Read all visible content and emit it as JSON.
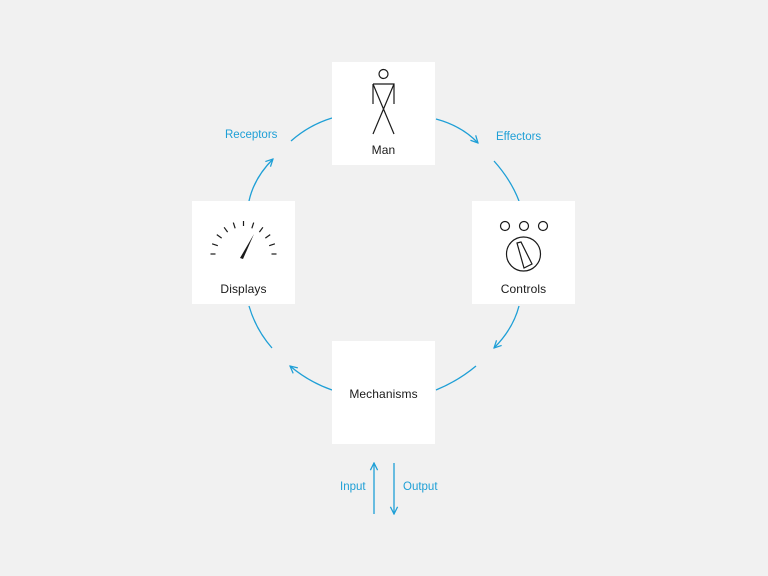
{
  "colors": {
    "accent": "#1e9fd6",
    "background": "#f1f1f1",
    "box": "#ffffff",
    "ink": "#1a1a1a"
  },
  "nodes": {
    "man": {
      "label": "Man",
      "icon": "human-figure-icon"
    },
    "controls": {
      "label": "Controls",
      "icon": "control-knobs-icon"
    },
    "mechanisms": {
      "label": "Mechanisms"
    },
    "displays": {
      "label": "Displays",
      "icon": "gauge-dial-icon"
    }
  },
  "connections": {
    "effectors": "Effectors",
    "receptors": "Receptors",
    "input": "Input",
    "output": "Output"
  }
}
